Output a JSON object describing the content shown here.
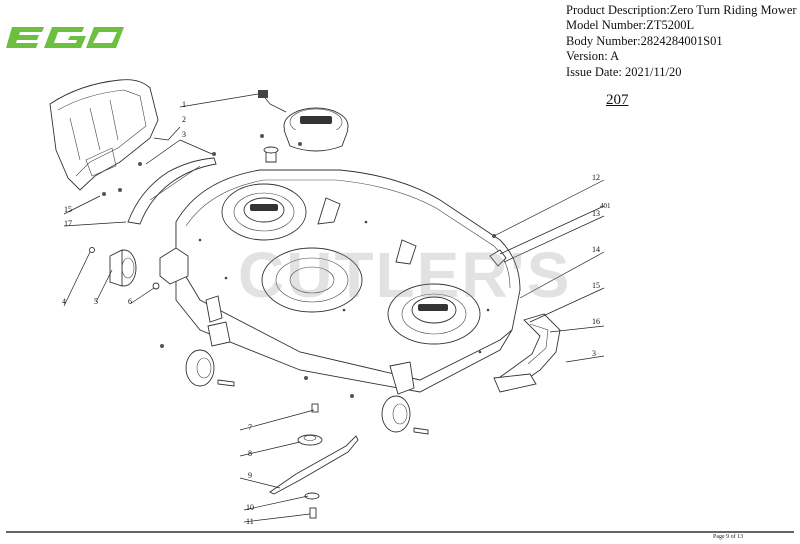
{
  "brand": {
    "logo_text": "EGO",
    "accent_color": "#6cbf3f"
  },
  "info": {
    "product_description": "Product Description:Zero Turn Riding Mower",
    "model_number": "Model Number:ZT5200L",
    "body_number": "Body Number:2824284001S01",
    "version": "Version: A",
    "issue_date": "Issue Date: 2021/11/20"
  },
  "page_number": "207",
  "watermark": "CUTLER'S",
  "footer": "Page 9 of 13",
  "callouts": [
    "1",
    "2",
    "3",
    "15",
    "17",
    "4",
    "5",
    "6",
    "7",
    "8",
    "9",
    "10",
    "11",
    "12",
    "401",
    "13",
    "14",
    "15",
    "16",
    "3"
  ]
}
